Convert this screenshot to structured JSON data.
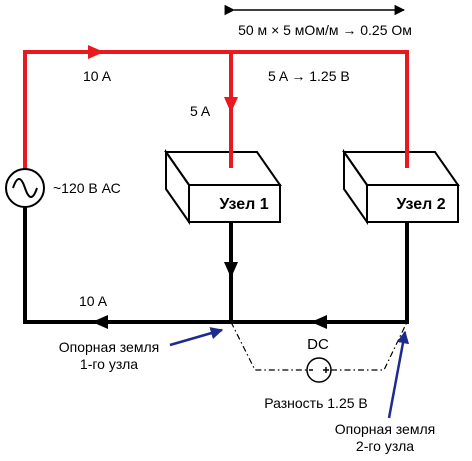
{
  "colors": {
    "supply_wire": "#e8191f",
    "return_wire": "#000000",
    "annotation_arrow": "#1c2b8c"
  },
  "labels": {
    "resistance": "50 м × 5 мОм/м → 0.25 Ом",
    "top_current": "10 A",
    "branch_drop": "5 A → 1.25 В",
    "branch_current": "5 A",
    "source": "~120 В АС",
    "bottom_current": "10 A",
    "ground1": [
      "Опорная земля",
      "1-го узла"
    ],
    "ground2": [
      "Опорная земля",
      "2-го узла"
    ],
    "dc": "DC",
    "difference": "Разность 1.25 В"
  },
  "nodes": {
    "node1": "Узел 1",
    "node2": "Узел 2"
  },
  "icons": {
    "source": "ac-source-icon",
    "meter": "dc-voltmeter-icon"
  }
}
